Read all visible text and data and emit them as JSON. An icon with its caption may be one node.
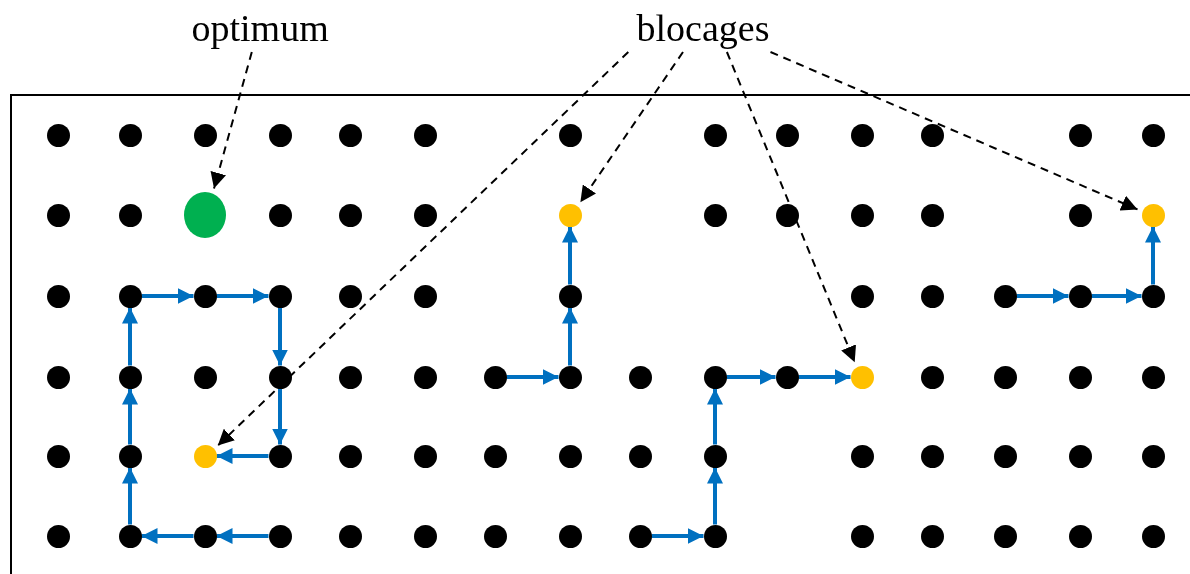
{
  "diagram": {
    "nodes": [
      {
        "text": [
          "optimum"
        ]
      },
      {
        "text": [
          "blocages"
        ]
      },
      {
        "text": [],
        "shape": "circle"
      },
      {
        "text": [],
        "shape": "circle"
      },
      {
        "text": [],
        "shape": "circle"
      },
      {
        "text": [],
        "shape": "circle"
      },
      {
        "text": [],
        "shape": "circle"
      },
      {
        "text": [],
        "shape": "circle"
      },
      {
        "text": [],
        "shape": "circle"
      },
      {
        "text": [],
        "shape": "circle"
      },
      {
        "text": [],
        "shape": "circle"
      },
      {
        "text": [],
        "shape": "circle"
      },
      {
        "text": [],
        "shape": "circle"
      },
      {
        "text": [],
        "shape": "circle"
      },
      {
        "text": [],
        "shape": "circle"
      },
      {
        "text": [],
        "shape": "circle"
      },
      {
        "text": [],
        "shape": "circle"
      },
      {
        "text": [],
        "shape": "circle"
      },
      {
        "text": [],
        "shape": "circle"
      },
      {
        "text": [],
        "shape": "circle"
      },
      {
        "text": [],
        "shape": "circle"
      },
      {
        "text": [],
        "shape": "circle"
      },
      {
        "text": [],
        "shape": "circle"
      },
      {
        "text": [],
        "shape": "circle"
      },
      {
        "text": [],
        "shape": "circle"
      },
      {
        "text": [],
        "shape": "circle"
      },
      {
        "text": [],
        "shape": "circle"
      },
      {
        "text": [],
        "shape": "circle"
      },
      {
        "text": [],
        "shape": "circle"
      },
      {
        "text": [],
        "shape": "circle"
      },
      {
        "text": [],
        "shape": "circle"
      },
      {
        "text": [],
        "shape": "circle"
      },
      {
        "text": [],
        "shape": "circle"
      },
      {
        "text": [],
        "shape": "circle"
      },
      {
        "text": [],
        "shape": "circle"
      },
      {
        "text": [],
        "shape": "circle"
      },
      {
        "text": [],
        "shape": "circle"
      },
      {
        "text": [],
        "shape": "circle"
      },
      {
        "text": [],
        "shape": "circle"
      },
      {
        "text": [],
        "shape": "circle"
      },
      {
        "text": [],
        "shape": "circle"
      },
      {
        "text": [],
        "shape": "circle"
      },
      {
        "text": [],
        "shape": "circle"
      },
      {
        "text": [],
        "shape": "circle"
      },
      {
        "text": [],
        "shape": "circle"
      },
      {
        "text": [],
        "shape": "circle"
      },
      {
        "text": [],
        "shape": "circle"
      },
      {
        "text": [],
        "shape": "circle"
      },
      {
        "text": [],
        "shape": "circle"
      },
      {
        "text": [],
        "shape": "circle"
      },
      {
        "text": [],
        "shape": "circle"
      },
      {
        "text": [],
        "shape": "circle"
      },
      {
        "text": [],
        "shape": "circle"
      },
      {
        "text": [],
        "shape": "circle"
      },
      {
        "text": [],
        "shape": "circle"
      },
      {
        "text": [],
        "shape": "circle"
      },
      {
        "text": [],
        "shape": "circle"
      },
      {
        "text": [],
        "shape": "circle"
      },
      {
        "text": [],
        "shape": "circle"
      },
      {
        "text": [],
        "shape": "circle"
      },
      {
        "text": [],
        "shape": "circle"
      },
      {
        "text": [],
        "shape": "circle"
      },
      {
        "text": [],
        "shape": "circle"
      },
      {
        "text": [],
        "shape": "circle"
      },
      {
        "text": [],
        "shape": "circle"
      },
      {
        "text": [],
        "shape": "circle"
      },
      {
        "text": [],
        "shape": "circle"
      },
      {
        "text": [],
        "shape": "circle"
      },
      {
        "text": [],
        "shape": "circle"
      },
      {
        "text": [],
        "shape": "circle"
      },
      {
        "text": [],
        "shape": "circle"
      },
      {
        "text": [],
        "shape": "circle"
      },
      {
        "text": [],
        "shape": "circle"
      },
      {
        "text": [],
        "shape": "circle"
      },
      {
        "text": [],
        "shape": "circle"
      },
      {
        "text": [],
        "shape": "circle"
      },
      {
        "text": [],
        "shape": "circle"
      },
      {
        "text": [],
        "shape": "circle"
      },
      {
        "text": [],
        "shape": "circle"
      },
      {
        "text": [],
        "shape": "circle"
      },
      {
        "text": [],
        "shape": "circle"
      },
      {
        "text": [],
        "shape": "circle"
      },
      {
        "text": [],
        "shape": "circle"
      },
      {
        "text": [],
        "shape": "circle"
      },
      {
        "text": [],
        "shape": "circle"
      },
      {
        "text": [],
        "shape": "circle"
      }
    ],
    "edges": [
      {
        "from": 0,
        "to": 17,
        "arrow": "to",
        "style": "dashed",
        "color": "#000000"
      },
      {
        "from": 1,
        "to": 58,
        "arrow": "to",
        "style": "dashed",
        "color": "#000000"
      },
      {
        "from": 1,
        "to": 21,
        "arrow": "to",
        "style": "dashed",
        "color": "#000000"
      },
      {
        "from": 1,
        "to": 51,
        "arrow": "to",
        "style": "dashed",
        "color": "#000000"
      },
      {
        "from": 1,
        "to": 27,
        "arrow": "to",
        "style": "dashed",
        "color": "#000000"
      },
      {
        "from": 74,
        "to": 73,
        "arrow": "to"
      },
      {
        "from": 73,
        "to": 72,
        "arrow": "to"
      },
      {
        "from": 72,
        "to": 57,
        "arrow": "to"
      },
      {
        "from": 57,
        "to": 41,
        "arrow": "to"
      },
      {
        "from": 41,
        "to": 29,
        "arrow": "to"
      },
      {
        "from": 29,
        "to": 30,
        "arrow": "to"
      },
      {
        "from": 30,
        "to": 31,
        "arrow": "to"
      },
      {
        "from": 31,
        "to": 43,
        "arrow": "to"
      },
      {
        "from": 43,
        "to": 59,
        "arrow": "to"
      },
      {
        "from": 59,
        "to": 58,
        "arrow": "to"
      },
      {
        "from": 46,
        "to": 47,
        "arrow": "to"
      },
      {
        "from": 47,
        "to": 34,
        "arrow": "to"
      },
      {
        "from": 34,
        "to": 21,
        "arrow": "to"
      },
      {
        "from": 79,
        "to": 80,
        "arrow": "to"
      },
      {
        "from": 80,
        "to": 65,
        "arrow": "to"
      },
      {
        "from": 65,
        "to": 49,
        "arrow": "to"
      },
      {
        "from": 49,
        "to": 50,
        "arrow": "to"
      },
      {
        "from": 50,
        "to": 51,
        "arrow": "to"
      },
      {
        "from": 37,
        "to": 38,
        "arrow": "to"
      },
      {
        "from": 38,
        "to": 39,
        "arrow": "to"
      },
      {
        "from": 39,
        "to": 27,
        "arrow": "to"
      }
    ]
  }
}
